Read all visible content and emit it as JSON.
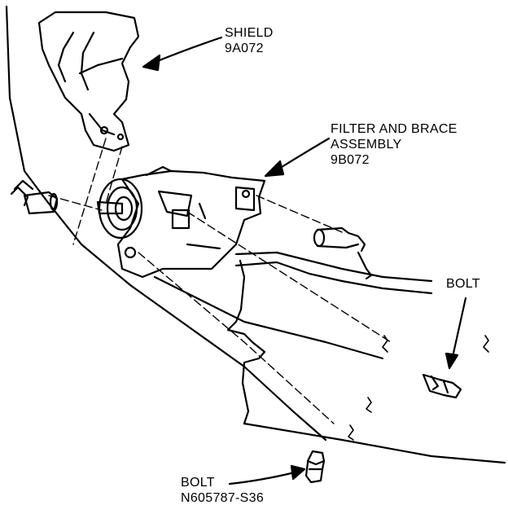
{
  "labels": {
    "shield": {
      "name": "SHIELD",
      "part": "9A072"
    },
    "filter": {
      "line1": "FILTER AND BRACE",
      "line2": "ASSEMBLY",
      "part": "9B072"
    },
    "bolt_right": {
      "name": "BOLT"
    },
    "bolt_bottom": {
      "name": "BOLT",
      "part": "N605787-S36"
    }
  }
}
